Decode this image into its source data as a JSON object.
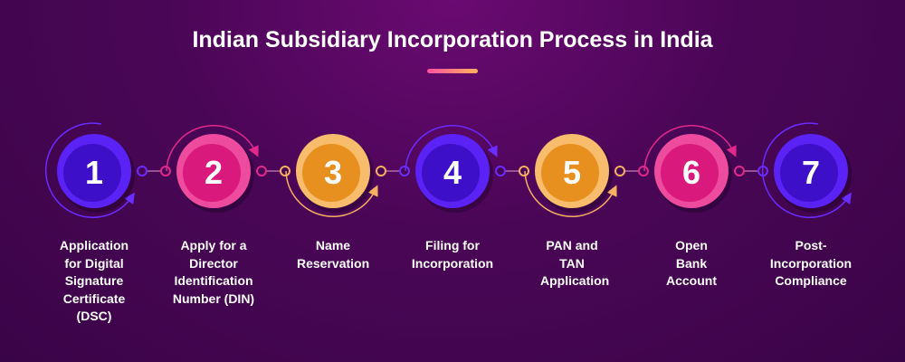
{
  "title": "Indian Subsidiary Incorporation Process in India",
  "colors": {
    "purple": "#4a14e0",
    "pink": "#e2288a",
    "orange": "#f0a040"
  },
  "steps": [
    {
      "number": "1",
      "label": "Application for Digital Signature Certificate (DSC)",
      "color": "purple"
    },
    {
      "number": "2",
      "label": "Apply for a Director Identification Number (DIN)",
      "color": "pink"
    },
    {
      "number": "3",
      "label": "Name Reservation",
      "color": "orange"
    },
    {
      "number": "4",
      "label": "Filing for Incorporation",
      "color": "purple"
    },
    {
      "number": "5",
      "label": "PAN and TAN Application",
      "color": "orange"
    },
    {
      "number": "6",
      "label": "Open Bank Account",
      "color": "pink"
    },
    {
      "number": "7",
      "label": "Post-Incorporation Compliance",
      "color": "purple"
    }
  ]
}
